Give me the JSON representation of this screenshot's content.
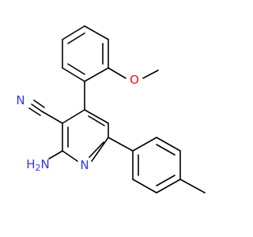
{
  "molecule": {
    "atom_labels": {
      "nitrile_n": "N",
      "ring_n": "N",
      "ether_o": "O",
      "amine_h": "H",
      "amine_sub": "2",
      "amine_n": "N"
    },
    "colors": {
      "bond": "#000000",
      "nitrogen": "#3333ff",
      "oxygen": "#ff0d0d"
    }
  }
}
